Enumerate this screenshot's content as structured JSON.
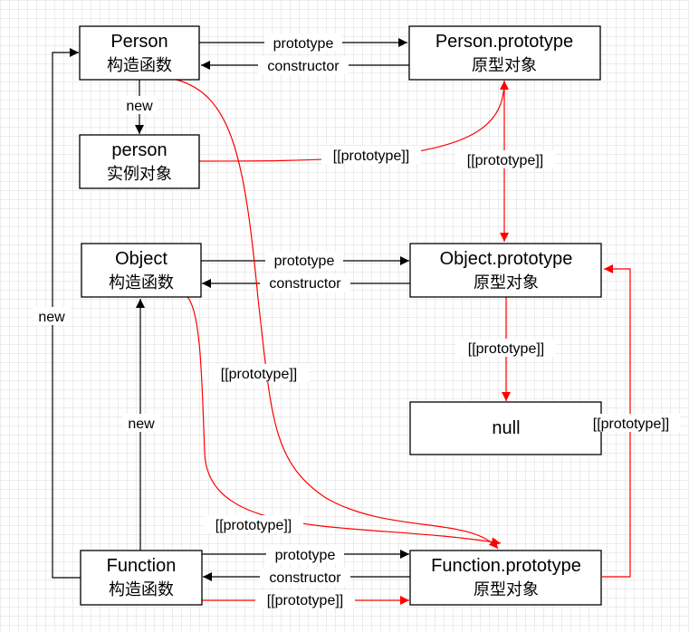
{
  "nodes": {
    "person_ctor": {
      "title": "Person",
      "subtitle": "构造函数"
    },
    "person_proto": {
      "title": "Person.prototype",
      "subtitle": "原型对象"
    },
    "person_inst": {
      "title": "person",
      "subtitle": "实例对象"
    },
    "object_ctor": {
      "title": "Object",
      "subtitle": "构造函数"
    },
    "object_proto": {
      "title": "Object.prototype",
      "subtitle": "原型对象"
    },
    "null_node": {
      "title": "null"
    },
    "function_ctor": {
      "title": "Function",
      "subtitle": "构造函数"
    },
    "function_proto": {
      "title": "Function.prototype",
      "subtitle": "原型对象"
    }
  },
  "edges": {
    "prototype": "prototype",
    "constructor": "constructor",
    "new": "new",
    "proto_link": "[[prototype]]"
  },
  "colors": {
    "black_edge": "#000000",
    "red_edge": "#ff0000",
    "grid": "#ececec"
  }
}
